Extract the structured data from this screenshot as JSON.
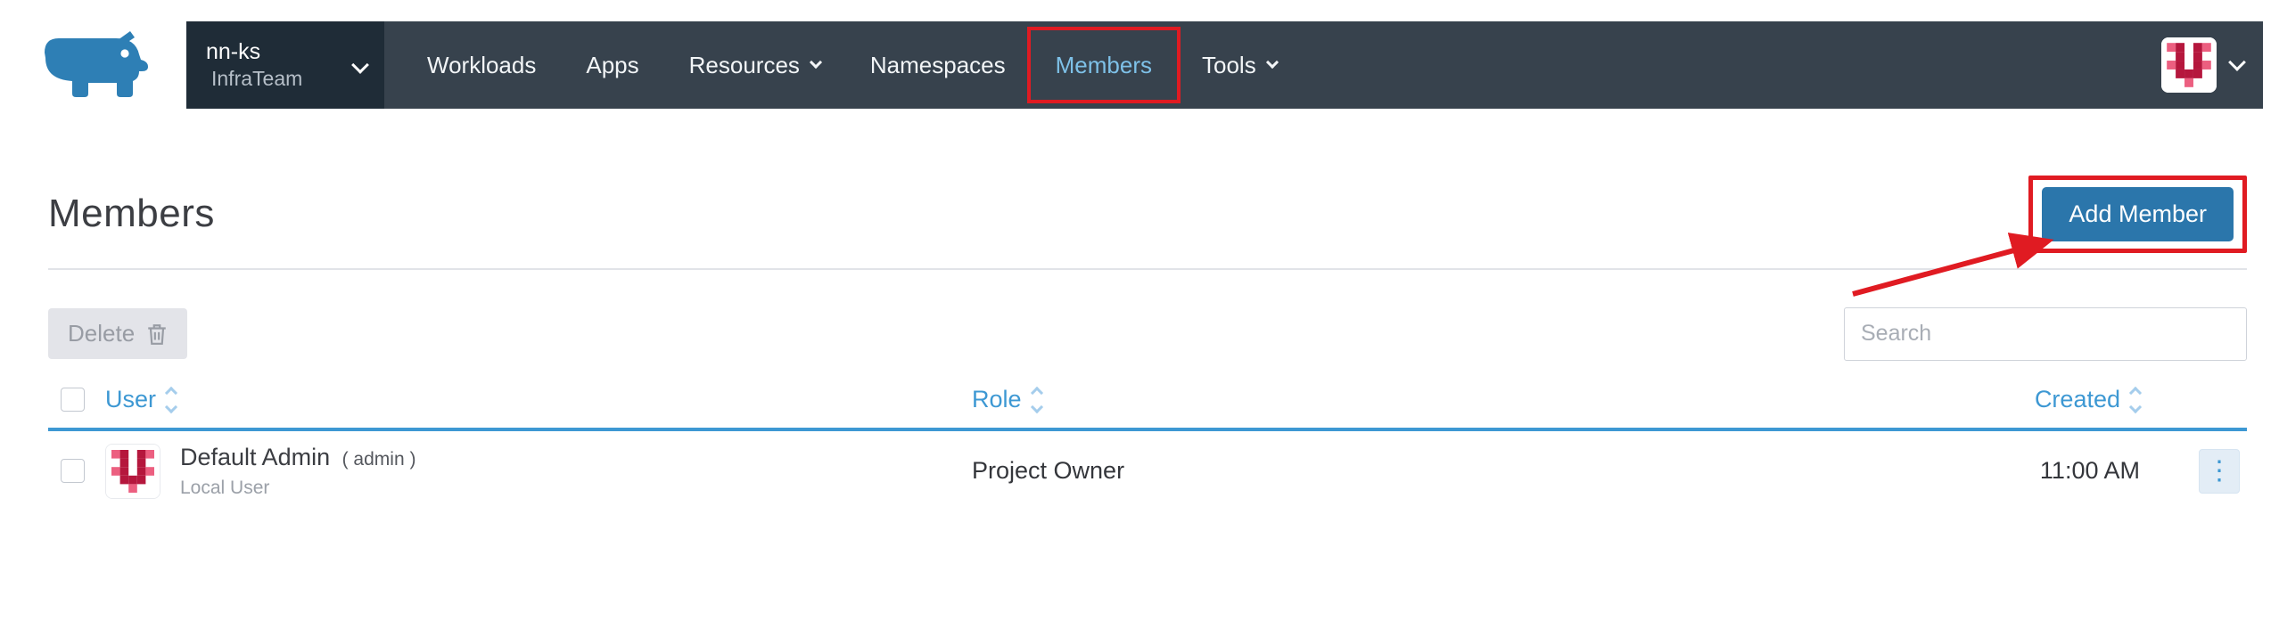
{
  "nav": {
    "project_selector": {
      "cluster": "nn-ks",
      "project": "InfraTeam"
    },
    "items": [
      {
        "label": "Workloads",
        "has_dropdown": false,
        "active": false
      },
      {
        "label": "Apps",
        "has_dropdown": false,
        "active": false
      },
      {
        "label": "Resources",
        "has_dropdown": true,
        "active": false
      },
      {
        "label": "Namespaces",
        "has_dropdown": false,
        "active": false
      },
      {
        "label": "Members",
        "has_dropdown": false,
        "active": true,
        "annotated": true
      },
      {
        "label": "Tools",
        "has_dropdown": true,
        "active": false
      }
    ]
  },
  "page": {
    "title": "Members",
    "add_member_button": "Add Member",
    "delete_button": "Delete",
    "search_placeholder": "Search"
  },
  "table": {
    "headers": {
      "user": "User",
      "role": "Role",
      "created": "Created"
    },
    "rows": [
      {
        "user_name": "Default Admin",
        "user_username": "( admin )",
        "user_type": "Local User",
        "role": "Project Owner",
        "created": "11:00 AM"
      }
    ]
  },
  "icons": {
    "kebab": "⋮"
  },
  "colors": {
    "nav_bg": "#37424d",
    "selector_bg": "#1f2c37",
    "active_nav_text": "#7ec1e8",
    "primary_blue": "#3d98d3",
    "button_blue": "#2b76ab",
    "annotation_red": "#e01b22",
    "identicon_pink": "#ec5f80",
    "identicon_crimson": "#b5173d"
  }
}
